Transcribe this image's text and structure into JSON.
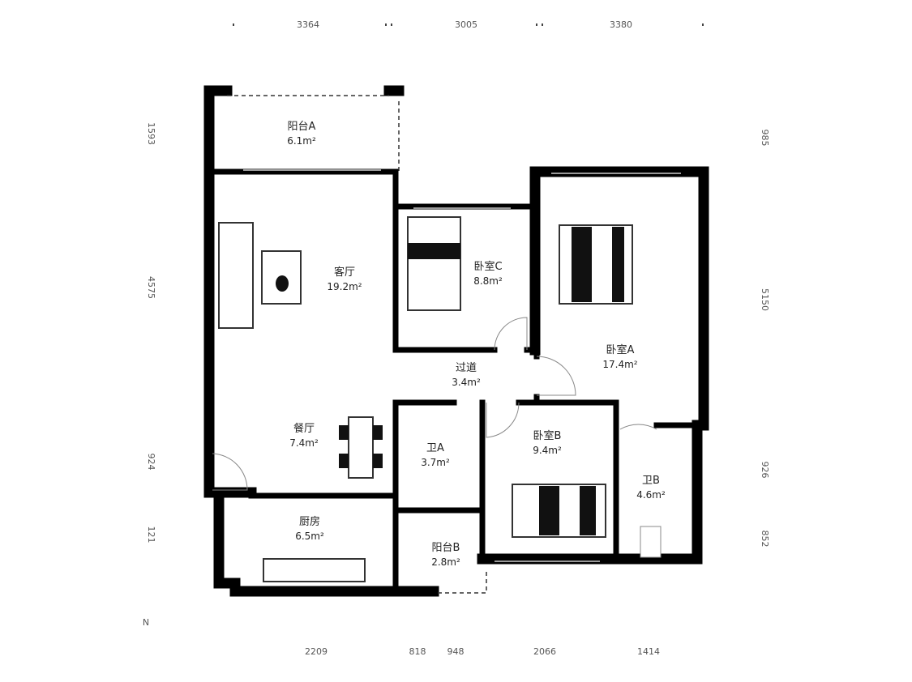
{
  "dimensions": {
    "top": [
      "3364",
      "3005",
      "3380"
    ],
    "bottom": [
      "2209",
      "818",
      "948",
      "2066",
      "1414"
    ],
    "left": [
      "1593",
      "4575",
      "924",
      "121",
      "N"
    ],
    "right": [
      "985",
      "5150",
      "926",
      "852"
    ]
  },
  "rooms": [
    {
      "name": "阳台A",
      "area": "6.1m²"
    },
    {
      "name": "客厅",
      "area": "19.2m²"
    },
    {
      "name": "卧室C",
      "area": "8.8m²"
    },
    {
      "name": "卧室A",
      "area": "17.4m²"
    },
    {
      "name": "过道",
      "area": "3.4m²"
    },
    {
      "name": "餐厅",
      "area": "7.4m²"
    },
    {
      "name": "卫A",
      "area": "3.7m²"
    },
    {
      "name": "卧室B",
      "area": "9.4m²"
    },
    {
      "name": "卫B",
      "area": "4.6m²"
    },
    {
      "name": "厨房",
      "area": "6.5m²"
    },
    {
      "name": "阳台B",
      "area": "2.8m²"
    }
  ]
}
